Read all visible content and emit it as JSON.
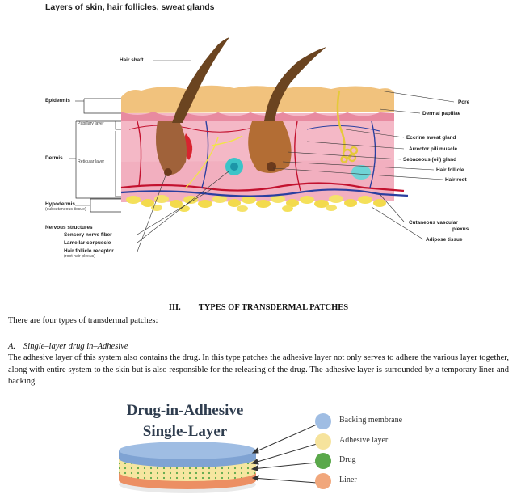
{
  "figure1": {
    "title": "Layers of skin, hair follicles, sweat glands",
    "labels": {
      "hair_shaft": "Hair shaft",
      "epidermis": "Epidermis",
      "papillary_layer": "Papillary layer",
      "dermis": "Dermis",
      "reticular_layer": "Reticular layer",
      "hypodermis": "Hypodermis",
      "hypodermis_sub": "(subcutaneous tissue)",
      "nervous_structures": "Nervous structures",
      "sensory_nerve_fiber": "Sensory nerve fiber",
      "lamellar_corpuscle": "Lamellar corpuscle",
      "hair_follicle_receptor": "Hair follicle receptor",
      "hair_follicle_receptor_sub": "(root hair plexus)",
      "pore": "Pore",
      "dermal_papillae": "Dermal papillae",
      "eccrine_sweat_gland": "Eccrine sweat gland",
      "arrector_pili_muscle": "Arrector pili muscle",
      "sebaceous_gland": "Sebaceous (oil) gland",
      "hair_follicle": "Hair follicle",
      "hair_root": "Hair root",
      "cutaneous_vascular": "Cutaneous vascular",
      "plexus": "plexus",
      "adipose_tissue": "Adipose tissue"
    }
  },
  "section": {
    "number": "III.",
    "title": "TYPES OF TRANSDERMAL PATCHES",
    "intro": "There are four types of transdermal patches:",
    "subsection_label": "A.",
    "subsection_title": "Single–layer drug in–Adhesive",
    "body": "The adhesive layer of this system also contains the drug. In this type patches the adhesive layer not only serves to adhere the various layer together, along with entire system to the skin but is also responsible for the releasing of the drug. The adhesive layer is surrounded by a temporary liner and backing."
  },
  "figure2": {
    "title_line1": "Drug-in-Adhesive",
    "title_line2": "Single-Layer",
    "legend": [
      {
        "label": "Backing membrane",
        "color": "#9fbde3"
      },
      {
        "label": "Adhesive layer",
        "color": "#f6e39c"
      },
      {
        "label": "Drug",
        "color": "#5aa84a"
      },
      {
        "label": "Liner",
        "color": "#f1a77c"
      }
    ]
  }
}
